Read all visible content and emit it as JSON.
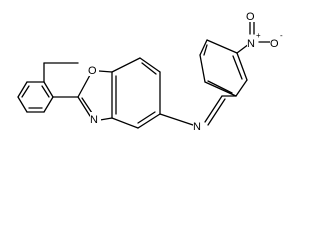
{
  "molecule": {
    "atom_labels": {
      "oxazole_oxygen": "O",
      "oxazole_nitrogen": "N",
      "imine_nitrogen": "N",
      "nitro_nitrogen": "N",
      "nitro_charge_plus": "+",
      "nitro_oxygen_single": "O",
      "nitro_charge_minus": "-",
      "nitro_oxygen_double": "O"
    },
    "colors": {
      "bond": "#000000",
      "label": "#000000",
      "background": "#ffffff"
    }
  }
}
